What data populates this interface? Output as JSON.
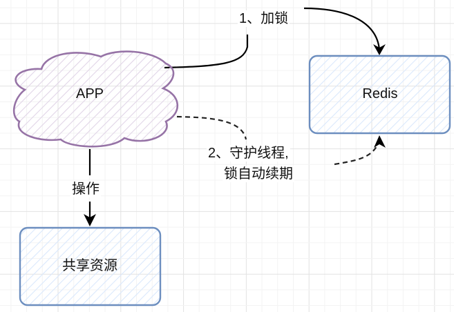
{
  "diagram": {
    "colors": {
      "box_stroke": "#6c8ebf",
      "box_fill": "#dae8fc",
      "cloud_stroke": "#9673a6",
      "cloud_fill": "#e1d5e7",
      "edge": "#000000",
      "grid_minor": "#f3f3f3",
      "grid_major": "#e2e2e2"
    },
    "nodes": {
      "app": {
        "label": "APP",
        "shape": "cloud"
      },
      "redis": {
        "label": "Redis",
        "shape": "rounded-rect"
      },
      "shared": {
        "label": "共享资源",
        "shape": "rounded-rect"
      }
    },
    "edges": {
      "lock": {
        "label": "1、加锁",
        "from": "APP",
        "to": "Redis",
        "style": "solid"
      },
      "renew": {
        "label_line1": "2、守护线程,",
        "label_line2": "锁自动续期",
        "from": "APP",
        "to": "Redis",
        "style": "dashed"
      },
      "operate": {
        "label": "操作",
        "from": "APP",
        "to": "共享资源",
        "style": "solid"
      }
    }
  }
}
